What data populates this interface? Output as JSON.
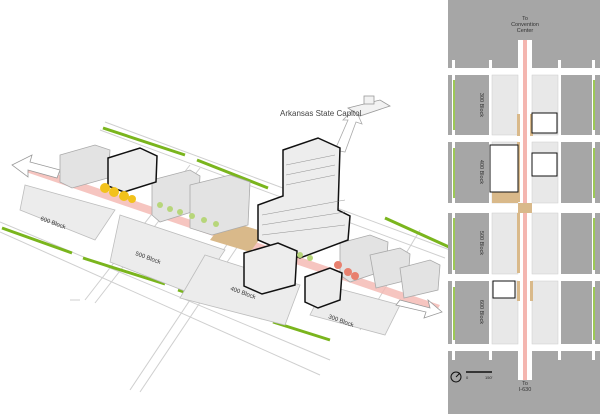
{
  "iso": {
    "capitol_label": "Arkansas State Capitol",
    "blocks": [
      "600 Block",
      "500 Block",
      "400 Block",
      "300 Block"
    ]
  },
  "plan": {
    "top_label": [
      "To",
      "Convention",
      "Center"
    ],
    "bottom_label": [
      "To",
      "I-630"
    ],
    "blocks": [
      "300 Block",
      "400 Block",
      "500 Block",
      "600 Block"
    ],
    "scale": {
      "start": "0",
      "end": "150'"
    }
  },
  "colors": {
    "plan_bg": "#a6a6a6",
    "green": "#7ab51d",
    "plaza": "#d9b98a",
    "corridor": "#f4b6b0"
  }
}
